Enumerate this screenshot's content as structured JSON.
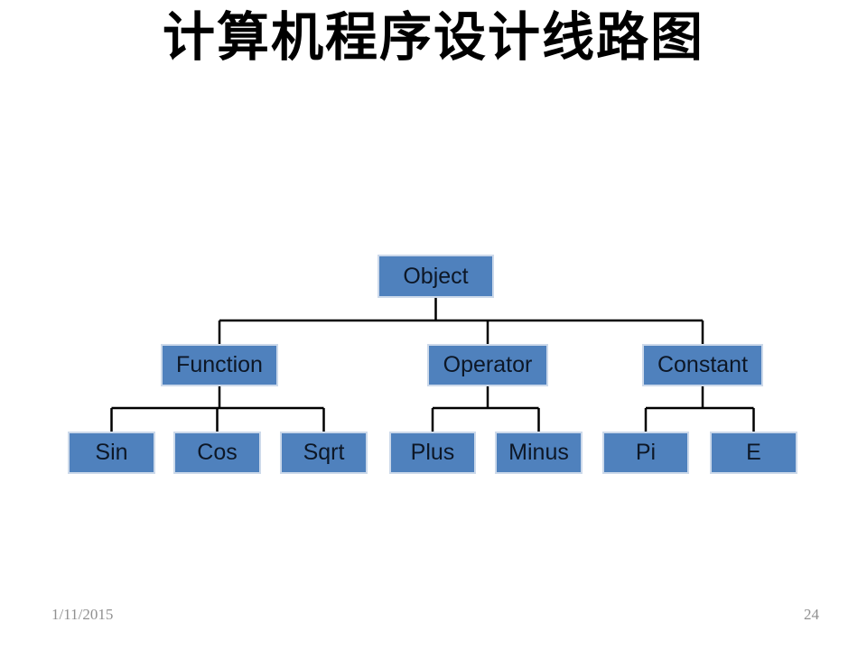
{
  "slide": {
    "title": "计算机程序设计线路图",
    "footer": {
      "date": "1/11/2015",
      "page_number": "24"
    }
  },
  "diagram": {
    "type": "tree",
    "root": {
      "label": "Object"
    },
    "children": [
      {
        "label": "Function",
        "children": [
          {
            "label": "Sin"
          },
          {
            "label": "Cos"
          },
          {
            "label": "Sqrt"
          }
        ]
      },
      {
        "label": "Operator",
        "children": [
          {
            "label": "Plus"
          },
          {
            "label": "Minus"
          }
        ]
      },
      {
        "label": "Constant",
        "children": [
          {
            "label": "Pi"
          },
          {
            "label": "E"
          }
        ]
      }
    ],
    "colors": {
      "background": "#ffffff",
      "node_fill": "#4f81bd",
      "node_border": "#ccd9ea",
      "node_text": "#0d1726",
      "connector": "#000000",
      "title_text": "#000000",
      "footer_text": "#909090"
    }
  }
}
